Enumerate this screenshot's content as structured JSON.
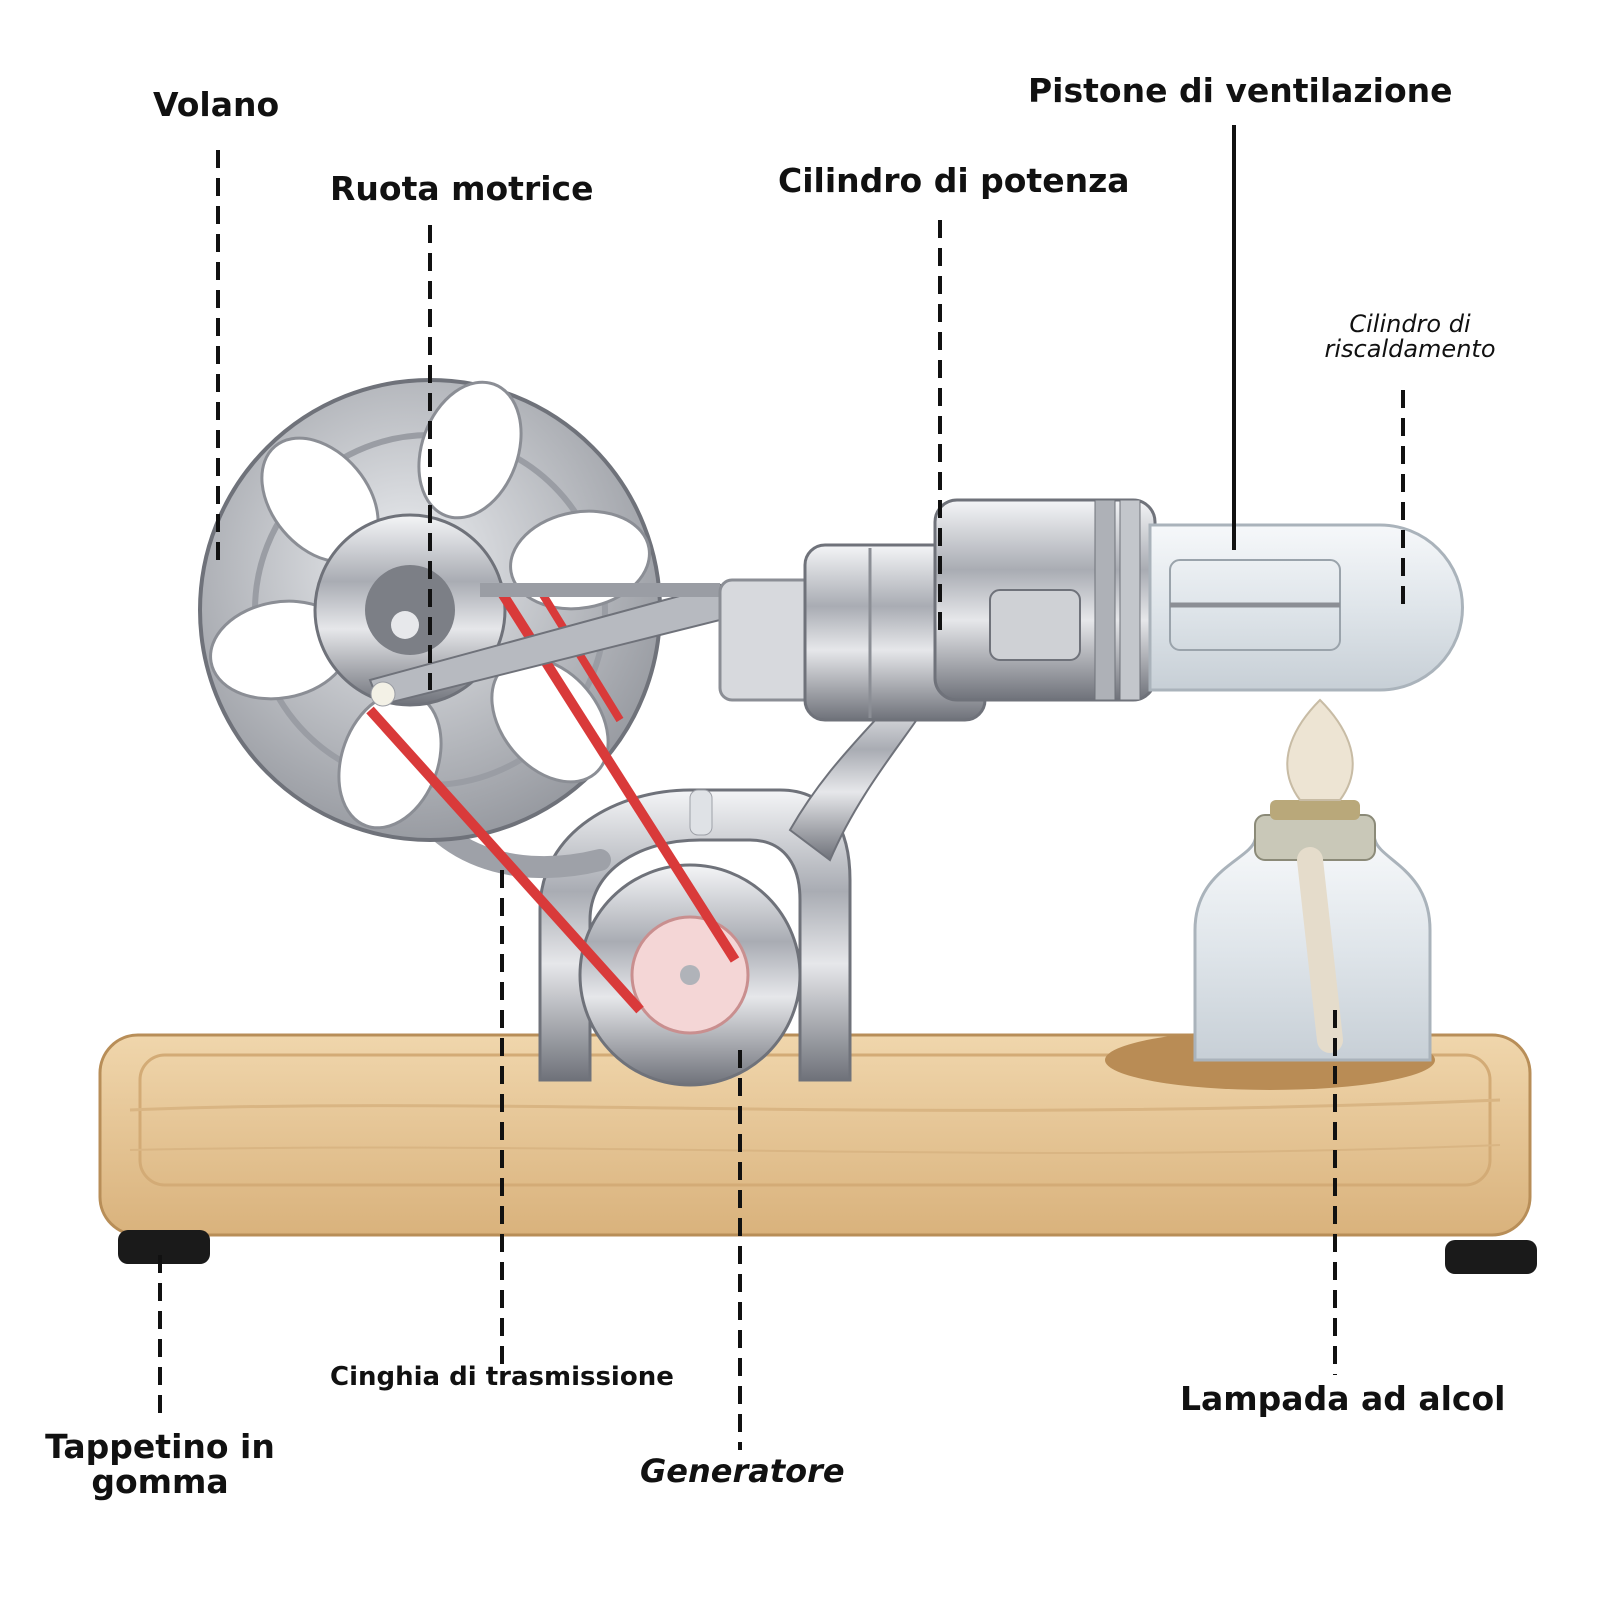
{
  "labels": {
    "volano": "Volano",
    "ruota_motrice": "Ruota motrice",
    "cilindro_potenza": "Cilindro di potenza",
    "pistone_ventilazione": "Pistone di ventilazione",
    "cilindro_riscaldamento_1": "Cilindro di",
    "cilindro_riscaldamento_2": "riscaldamento",
    "cinghia": "Cinghia di trasmissione",
    "generatore": "Generatore",
    "lampada": "Lampada ad alcol",
    "tappetino_1": "Tappetino in",
    "tappetino_2": "gomma"
  },
  "colors": {
    "wood": "#e8c99a",
    "wood_dark": "#c89a62",
    "metal": "#c9cbd0",
    "metal_dark": "#7d8088",
    "belt": "#d93a3a",
    "glass": "#e9eef2",
    "leader": "#111111"
  }
}
